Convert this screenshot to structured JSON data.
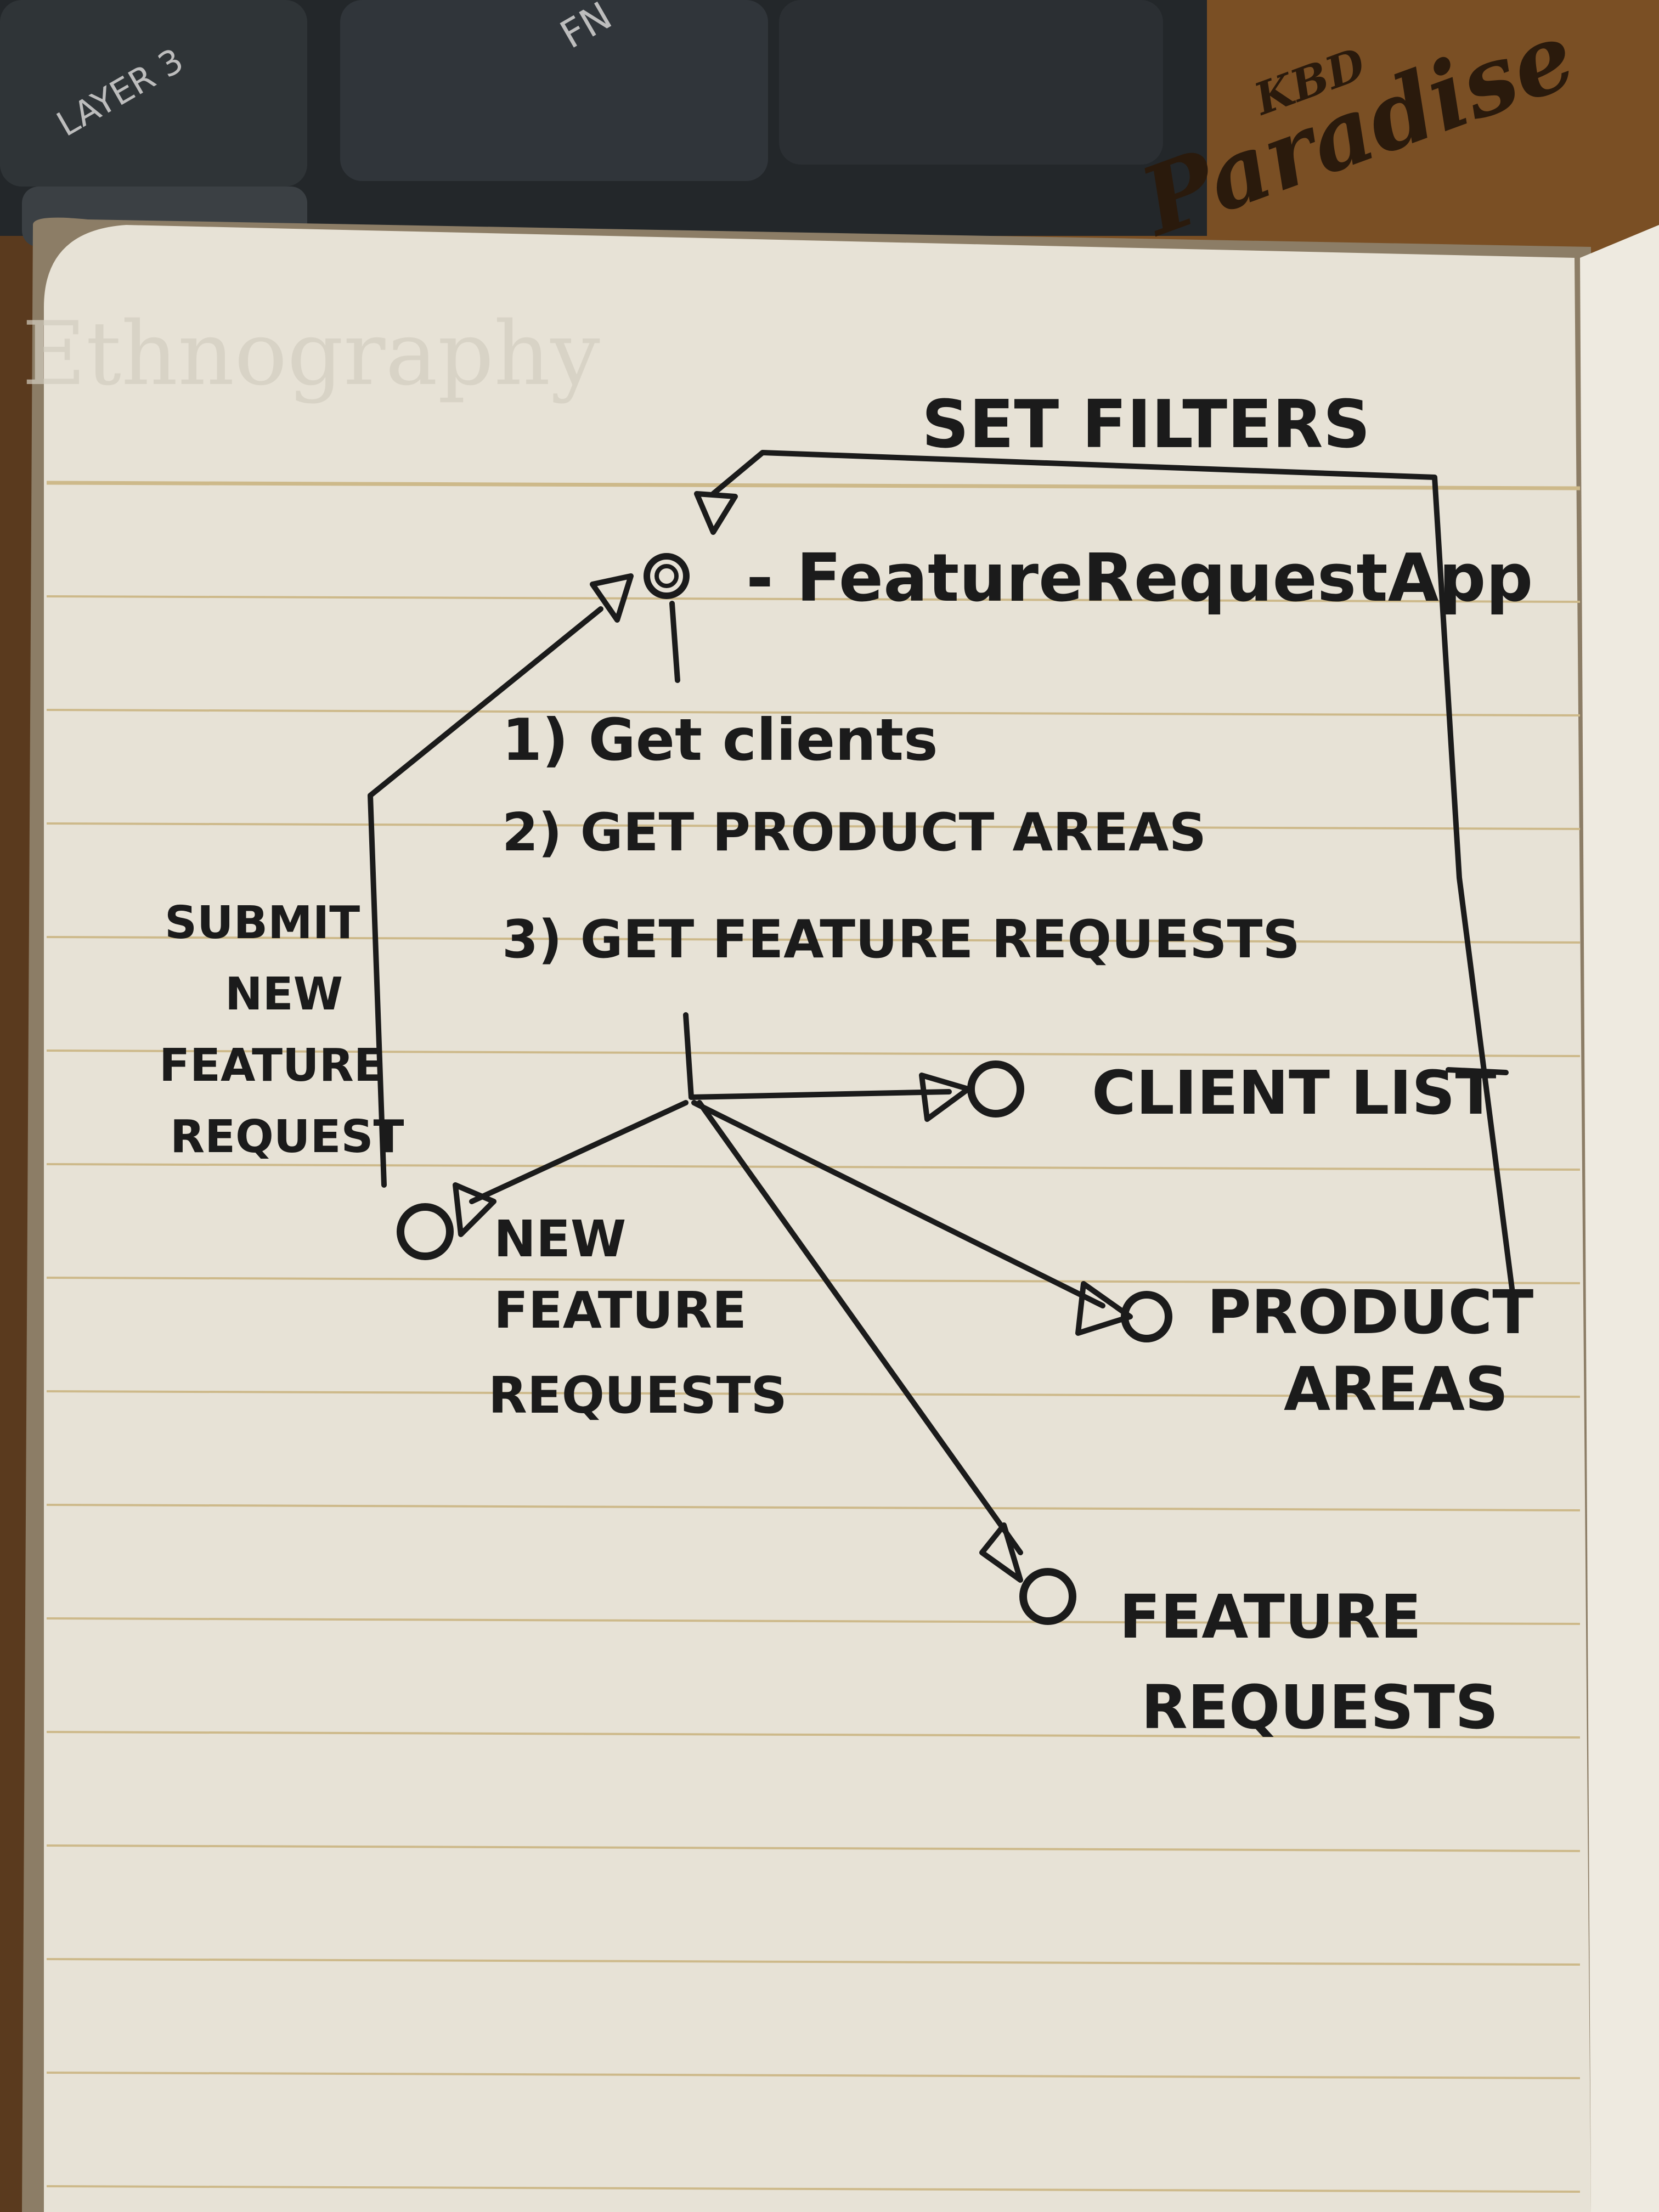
{
  "background": {
    "keyboard": {
      "keycap_left_label": "LAYER 3",
      "keycap_right_label": "FN"
    },
    "desk_brand": {
      "small": "KBD",
      "large": "Paradise"
    },
    "faint_bleedthrough_text": "Ethnography"
  },
  "diagram": {
    "root_node_label": "- FeatureRequestApp",
    "steps": [
      "1) Get clients",
      "2) GET PRODUCT AREAS",
      "3) GET FEATURE REQUESTS"
    ],
    "loop_label": "SET FILTERS",
    "submit_label": [
      "SUBMIT",
      "NEW",
      "FEATURE",
      "REQUEST"
    ],
    "child_nodes": {
      "client_list": "CLIENT LIST",
      "product_areas": [
        "PRODUCT",
        "AREAS"
      ],
      "new_feature_requests": [
        "NEW",
        "FEATURE",
        "REQUESTS"
      ],
      "feature_requests": [
        "FEATURE",
        "REQUESTS"
      ]
    }
  },
  "colors": {
    "ink": "#1b1b1b",
    "paper": "#e7e2d6",
    "ruled_line": "#cdb98a",
    "wood": "#5a3a1e",
    "keyboard": "#2c3033"
  }
}
